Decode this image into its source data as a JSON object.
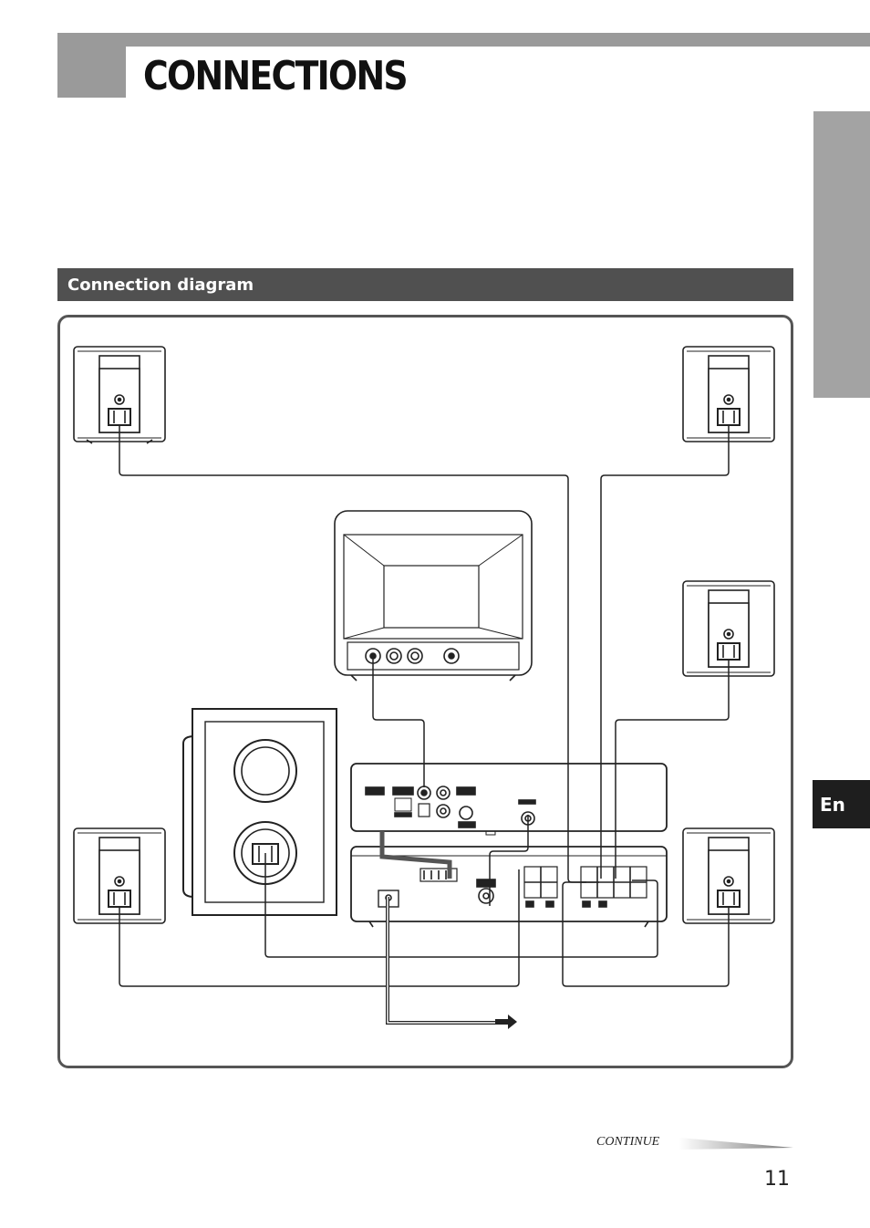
{
  "header": {
    "title": "CONNECTIONS"
  },
  "side_tab": {
    "language": "En"
  },
  "section": {
    "title": "Connection diagram"
  },
  "footer": {
    "continue_label": "CONTINUE",
    "page_number": "11"
  },
  "colors": {
    "header_gray": "#9a9a9a",
    "section_bar": "#505050",
    "lang_tab": "#1e1e1e"
  }
}
